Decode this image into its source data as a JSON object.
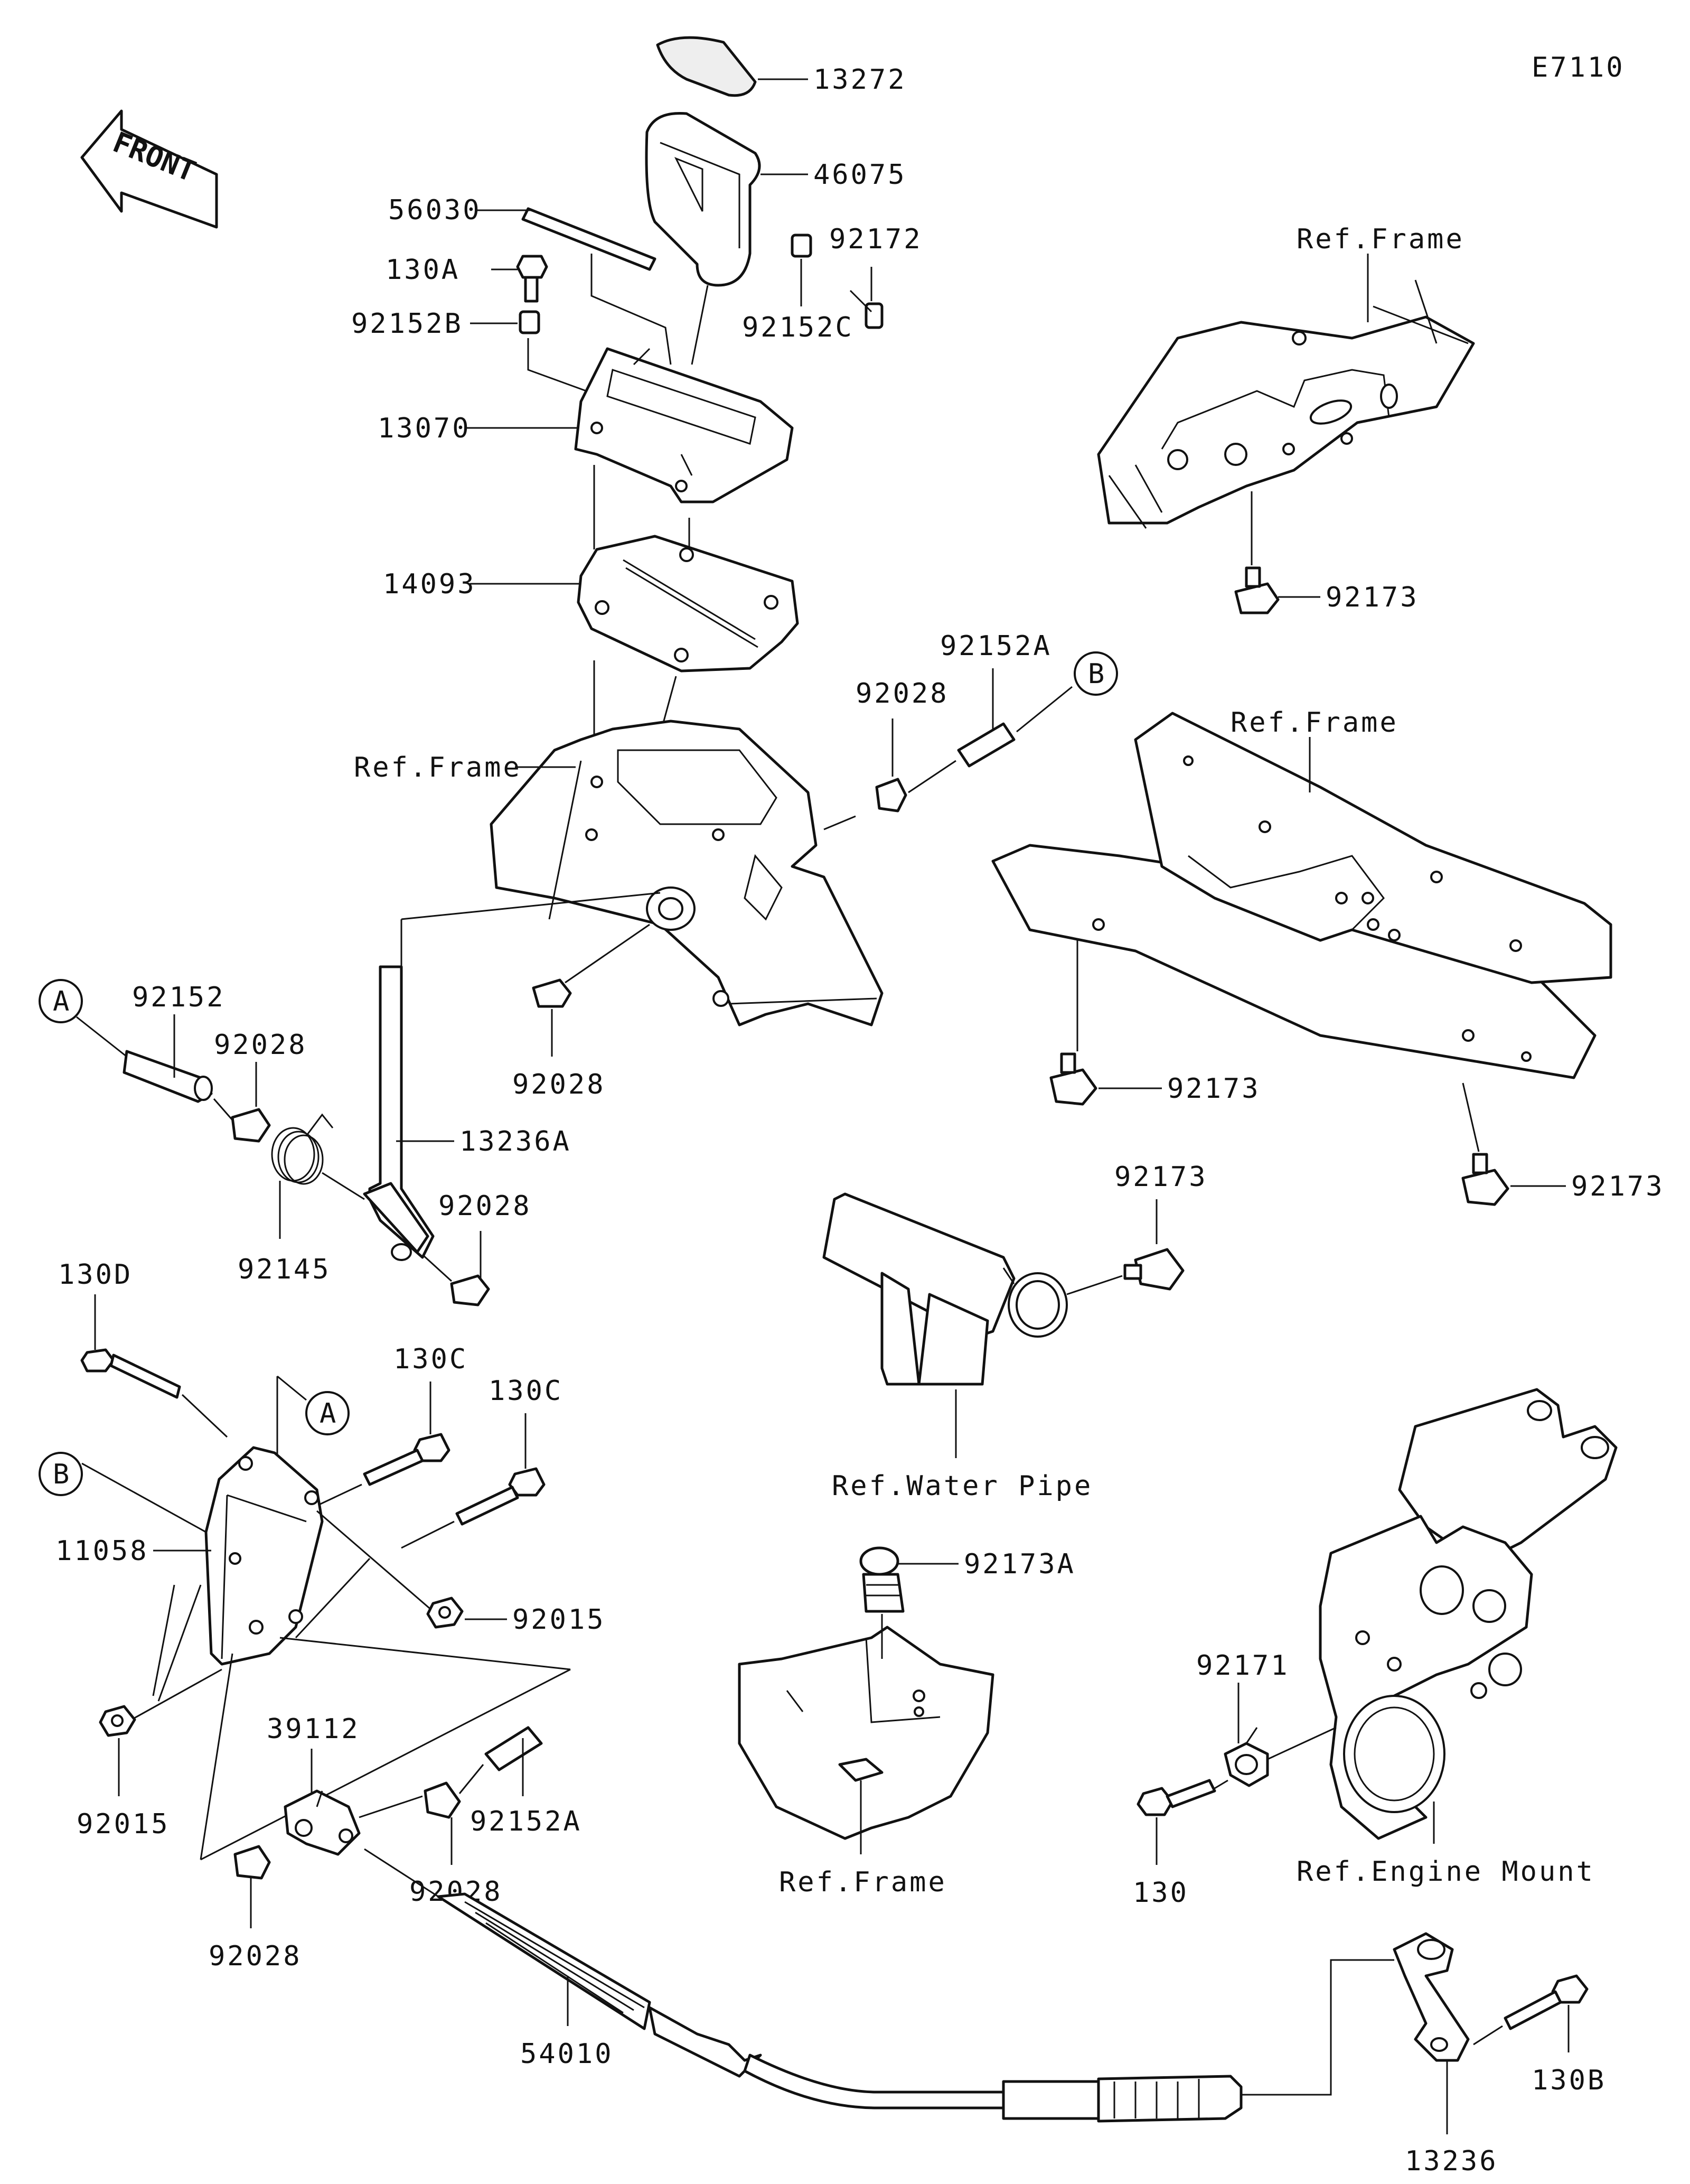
{
  "diagram_id": "E7110",
  "front_label": "FRONT",
  "callouts": {
    "A": "A",
    "B": "B"
  },
  "labels": {
    "p13272": "13272",
    "p46075": "46075",
    "p56030": "56030",
    "p92172": "92172",
    "p130A": "130A",
    "p92152B": "92152B",
    "p92152C": "92152C",
    "p13070": "13070",
    "p14093": "14093",
    "p92152A_top": "92152A",
    "p92028_top": "92028",
    "ref_frame_center": "Ref.Frame",
    "p92028_mid": "92028",
    "p92152": "92152",
    "p92028_left": "92028",
    "p13236A": "13236A",
    "p92028_lower": "92028",
    "p92145": "92145",
    "p130D": "130D",
    "p130C_1": "130C",
    "p130C_2": "130C",
    "p11058": "11058",
    "p92015_right": "92015",
    "p92015_left": "92015",
    "p39112": "39112",
    "p92152A_bottom": "92152A",
    "p92028_b1": "92028",
    "p92028_b2": "92028",
    "p54010": "54010",
    "p13236": "13236",
    "p130B": "130B",
    "ref_frame_tr": "Ref.Frame",
    "p92173_tr": "92173",
    "ref_frame_mr": "Ref.Frame",
    "p92173_m1": "92173",
    "p92173_m2": "92173",
    "p92173_wp": "92173",
    "ref_water_pipe": "Ref.Water Pipe",
    "p92173A": "92173A",
    "ref_frame_bc": "Ref.Frame",
    "p92171": "92171",
    "p130": "130",
    "ref_engine_mount": "Ref.Engine Mount"
  }
}
